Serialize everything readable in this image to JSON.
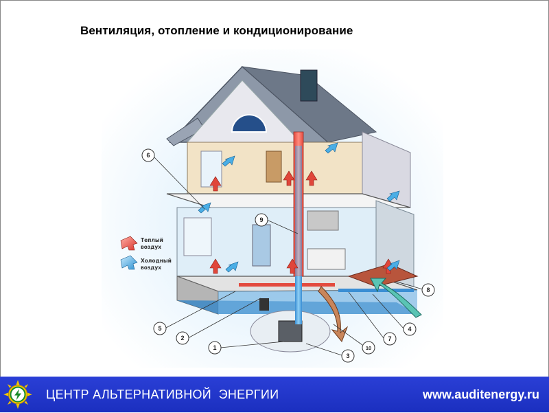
{
  "slide": {
    "title": "Вентиляция, отопление и кондиционирование"
  },
  "diagram": {
    "legend": {
      "warm_air": [
        "Теплый",
        "воздух"
      ],
      "cold_air": [
        "Холодный",
        "воздух"
      ]
    },
    "callouts": [
      "1",
      "2",
      "3",
      "4",
      "5",
      "6",
      "7",
      "8",
      "9",
      "10"
    ]
  },
  "footer": {
    "organization": "ЦЕНТР АЛЬТЕРНАТИВНОЙ  ЭНЕРГИИ",
    "website": "www.auditenergy.ru"
  },
  "colors": {
    "warm_air": "#e0463a",
    "cold_air": "#3aa0dc",
    "footer": "#1f33c8"
  }
}
